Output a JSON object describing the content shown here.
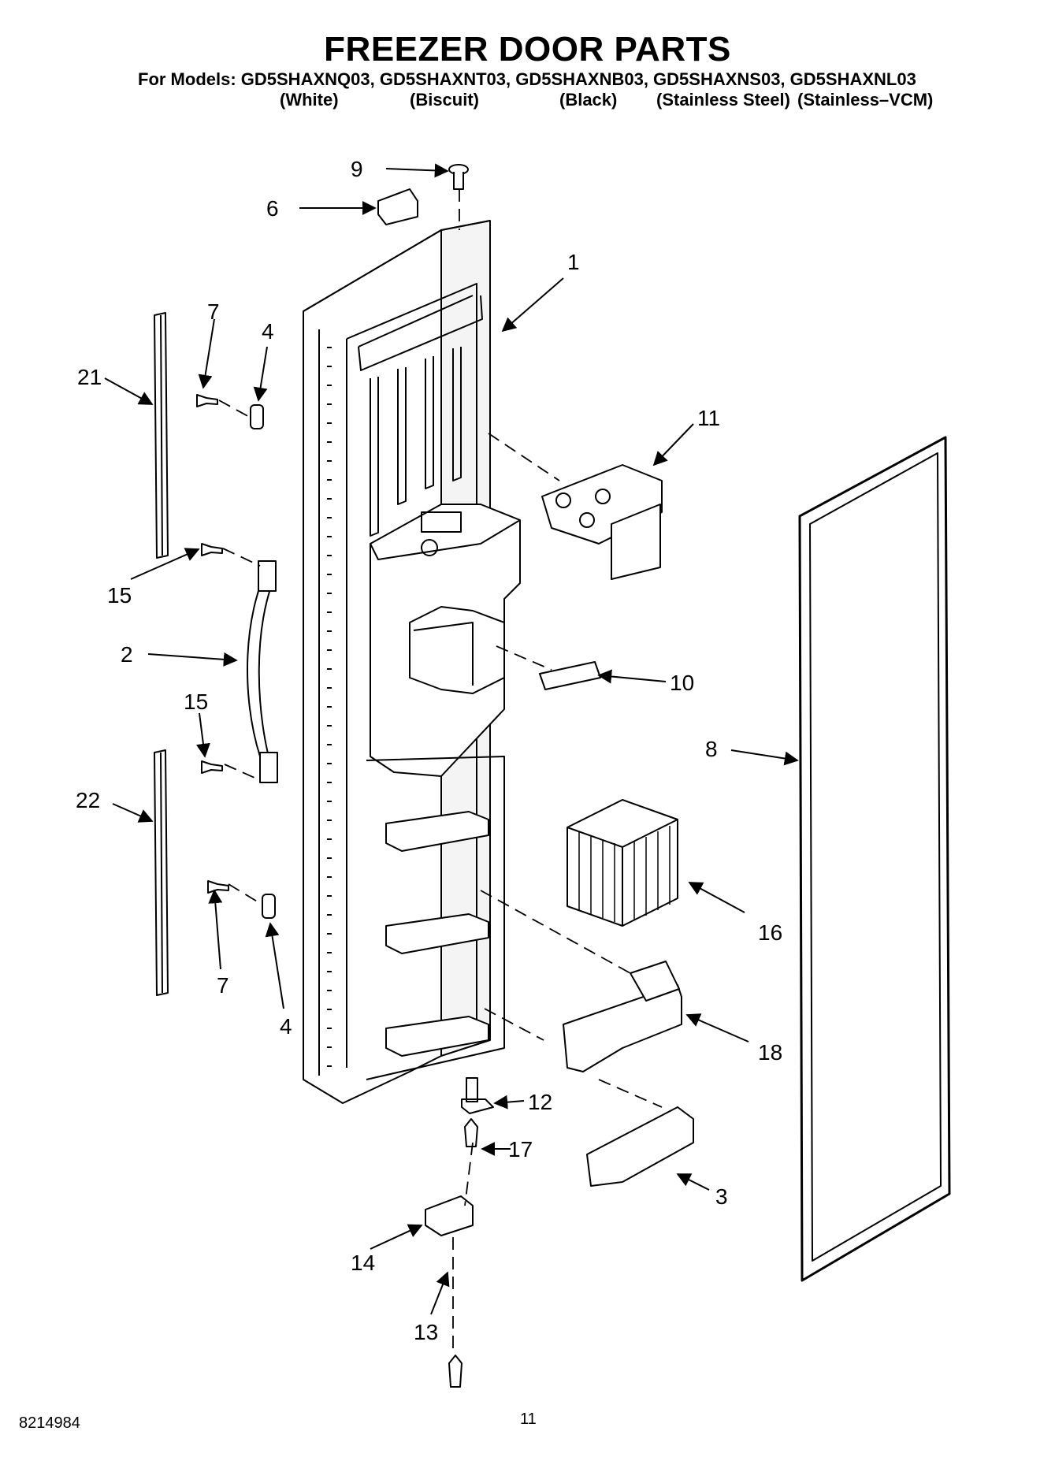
{
  "header": {
    "title": "FREEZER DOOR PARTS",
    "models_line": "For Models: GD5SHAXNQ03, GD5SHAXNT03, GD5SHAXNB03, GD5SHAXNS03, GD5SHAXNL03",
    "colors": [
      "(White)",
      "(Biscuit)",
      "(Black)",
      "(Stainless Steel)",
      "(Stainless–VCM)"
    ]
  },
  "callouts": {
    "c1": "1",
    "c2": "2",
    "c3": "3",
    "c4a": "4",
    "c4b": "4",
    "c6": "6",
    "c7a": "7",
    "c7b": "7",
    "c8": "8",
    "c9": "9",
    "c10": "10",
    "c11": "11",
    "c12": "12",
    "c13": "13",
    "c14": "14",
    "c15a": "15",
    "c15b": "15",
    "c16": "16",
    "c17": "17",
    "c18": "18",
    "c21": "21",
    "c22": "22"
  },
  "footer": {
    "doc_number": "8214984",
    "page_number": "11"
  }
}
